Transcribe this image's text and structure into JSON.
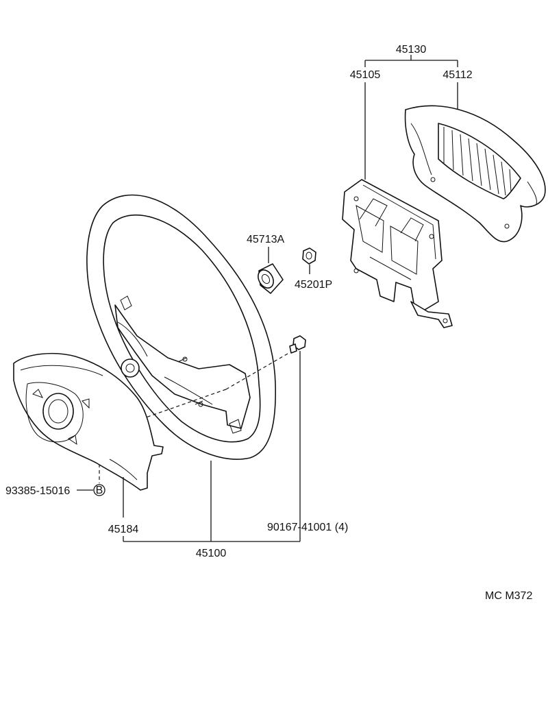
{
  "labels": {
    "p45130": "45130",
    "p45105": "45105",
    "p45112": "45112",
    "p45713a": "45713A",
    "p45201p": "45201P",
    "p93385": "93385-15016",
    "bolt_mark": "B",
    "p45184": "45184",
    "p90167": "90167-41001 (4)",
    "p45100": "45100",
    "ref_code": "MC  M372"
  }
}
